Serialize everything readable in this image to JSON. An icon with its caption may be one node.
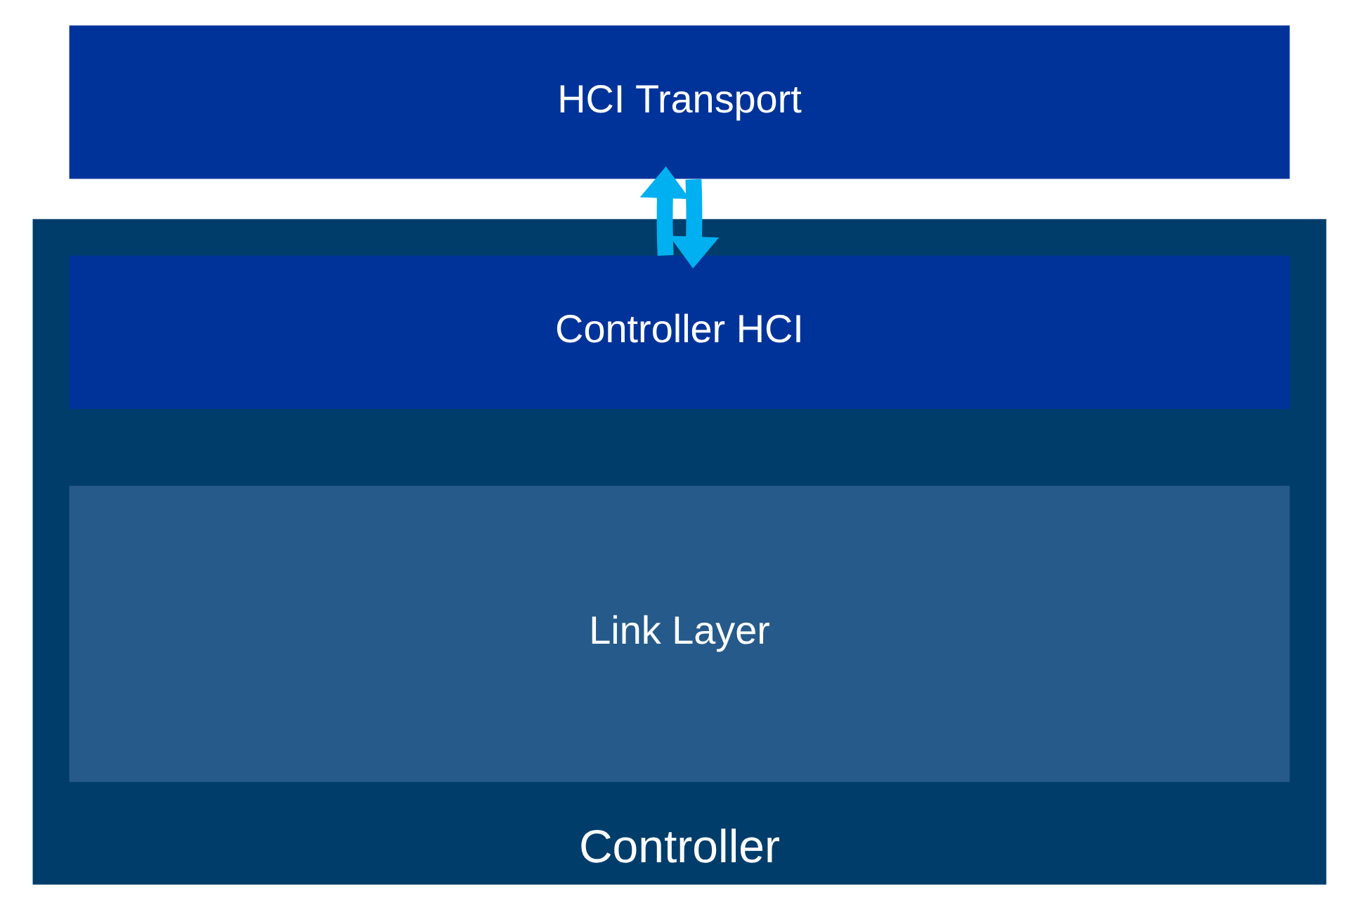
{
  "diagram": {
    "nodes": [
      {
        "text": [
          "HCI Transport"
        ]
      },
      {
        "text": [
          "Controller"
        ]
      },
      {
        "text": [
          "Controller HCI"
        ],
        "in": 1
      },
      {
        "text": [
          "Link Layer"
        ],
        "in": 1
      }
    ],
    "edges": [
      {
        "from": 0,
        "to": 2,
        "arrow": "to"
      },
      {
        "from": 2,
        "to": 0,
        "arrow": "to"
      }
    ]
  }
}
